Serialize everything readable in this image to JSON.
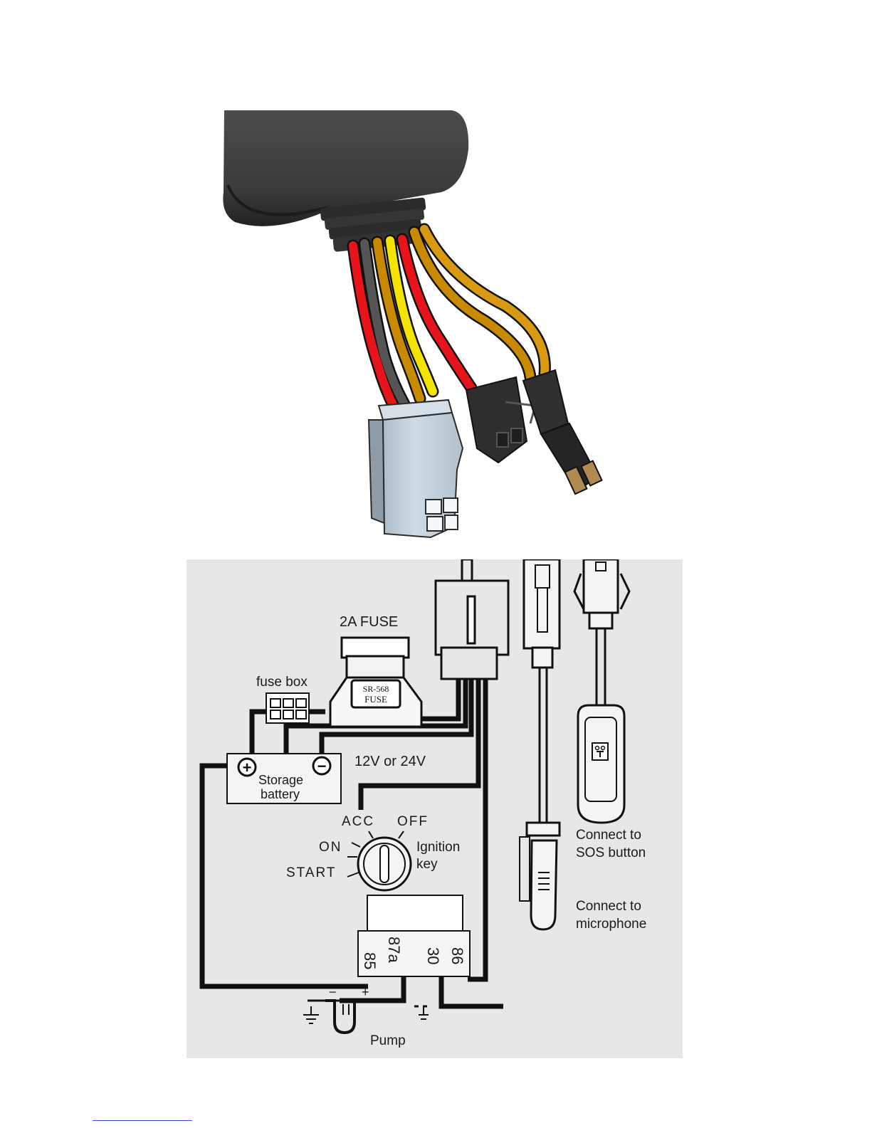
{
  "labels": {
    "fuse": "2A FUSE",
    "fuse_box": "fuse box",
    "fuse_body_line1": "SR-568",
    "fuse_body_line2": "FUSE",
    "voltage": "12V or 24V",
    "battery_line1": "Storage",
    "battery_line2": "battery",
    "plus": "+",
    "minus": "−",
    "acc": "ACC",
    "off": "OFF",
    "on": "ON",
    "start": "START",
    "ignition_line1": "Ignition",
    "ignition_line2": "key",
    "relay_85": "85",
    "relay_87a": "87a",
    "relay_30": "30",
    "relay_86": "86",
    "pump": "Pump",
    "pump_minus": "−",
    "pump_plus": "+",
    "sos_line1": "Connect to",
    "sos_line2": "SOS button",
    "mic_line1": "Connect to",
    "mic_line2": "microphone"
  },
  "colors": {
    "wire_red": "#e8141c",
    "wire_black": "#4a4a4a",
    "wire_yellow": "#f5e400",
    "wire_orange": "#c88a00",
    "device_body": "#3c3c3c",
    "connector_white": "#c6d4de",
    "diagram_bg": "#e7e7e7",
    "line": "#111111"
  }
}
